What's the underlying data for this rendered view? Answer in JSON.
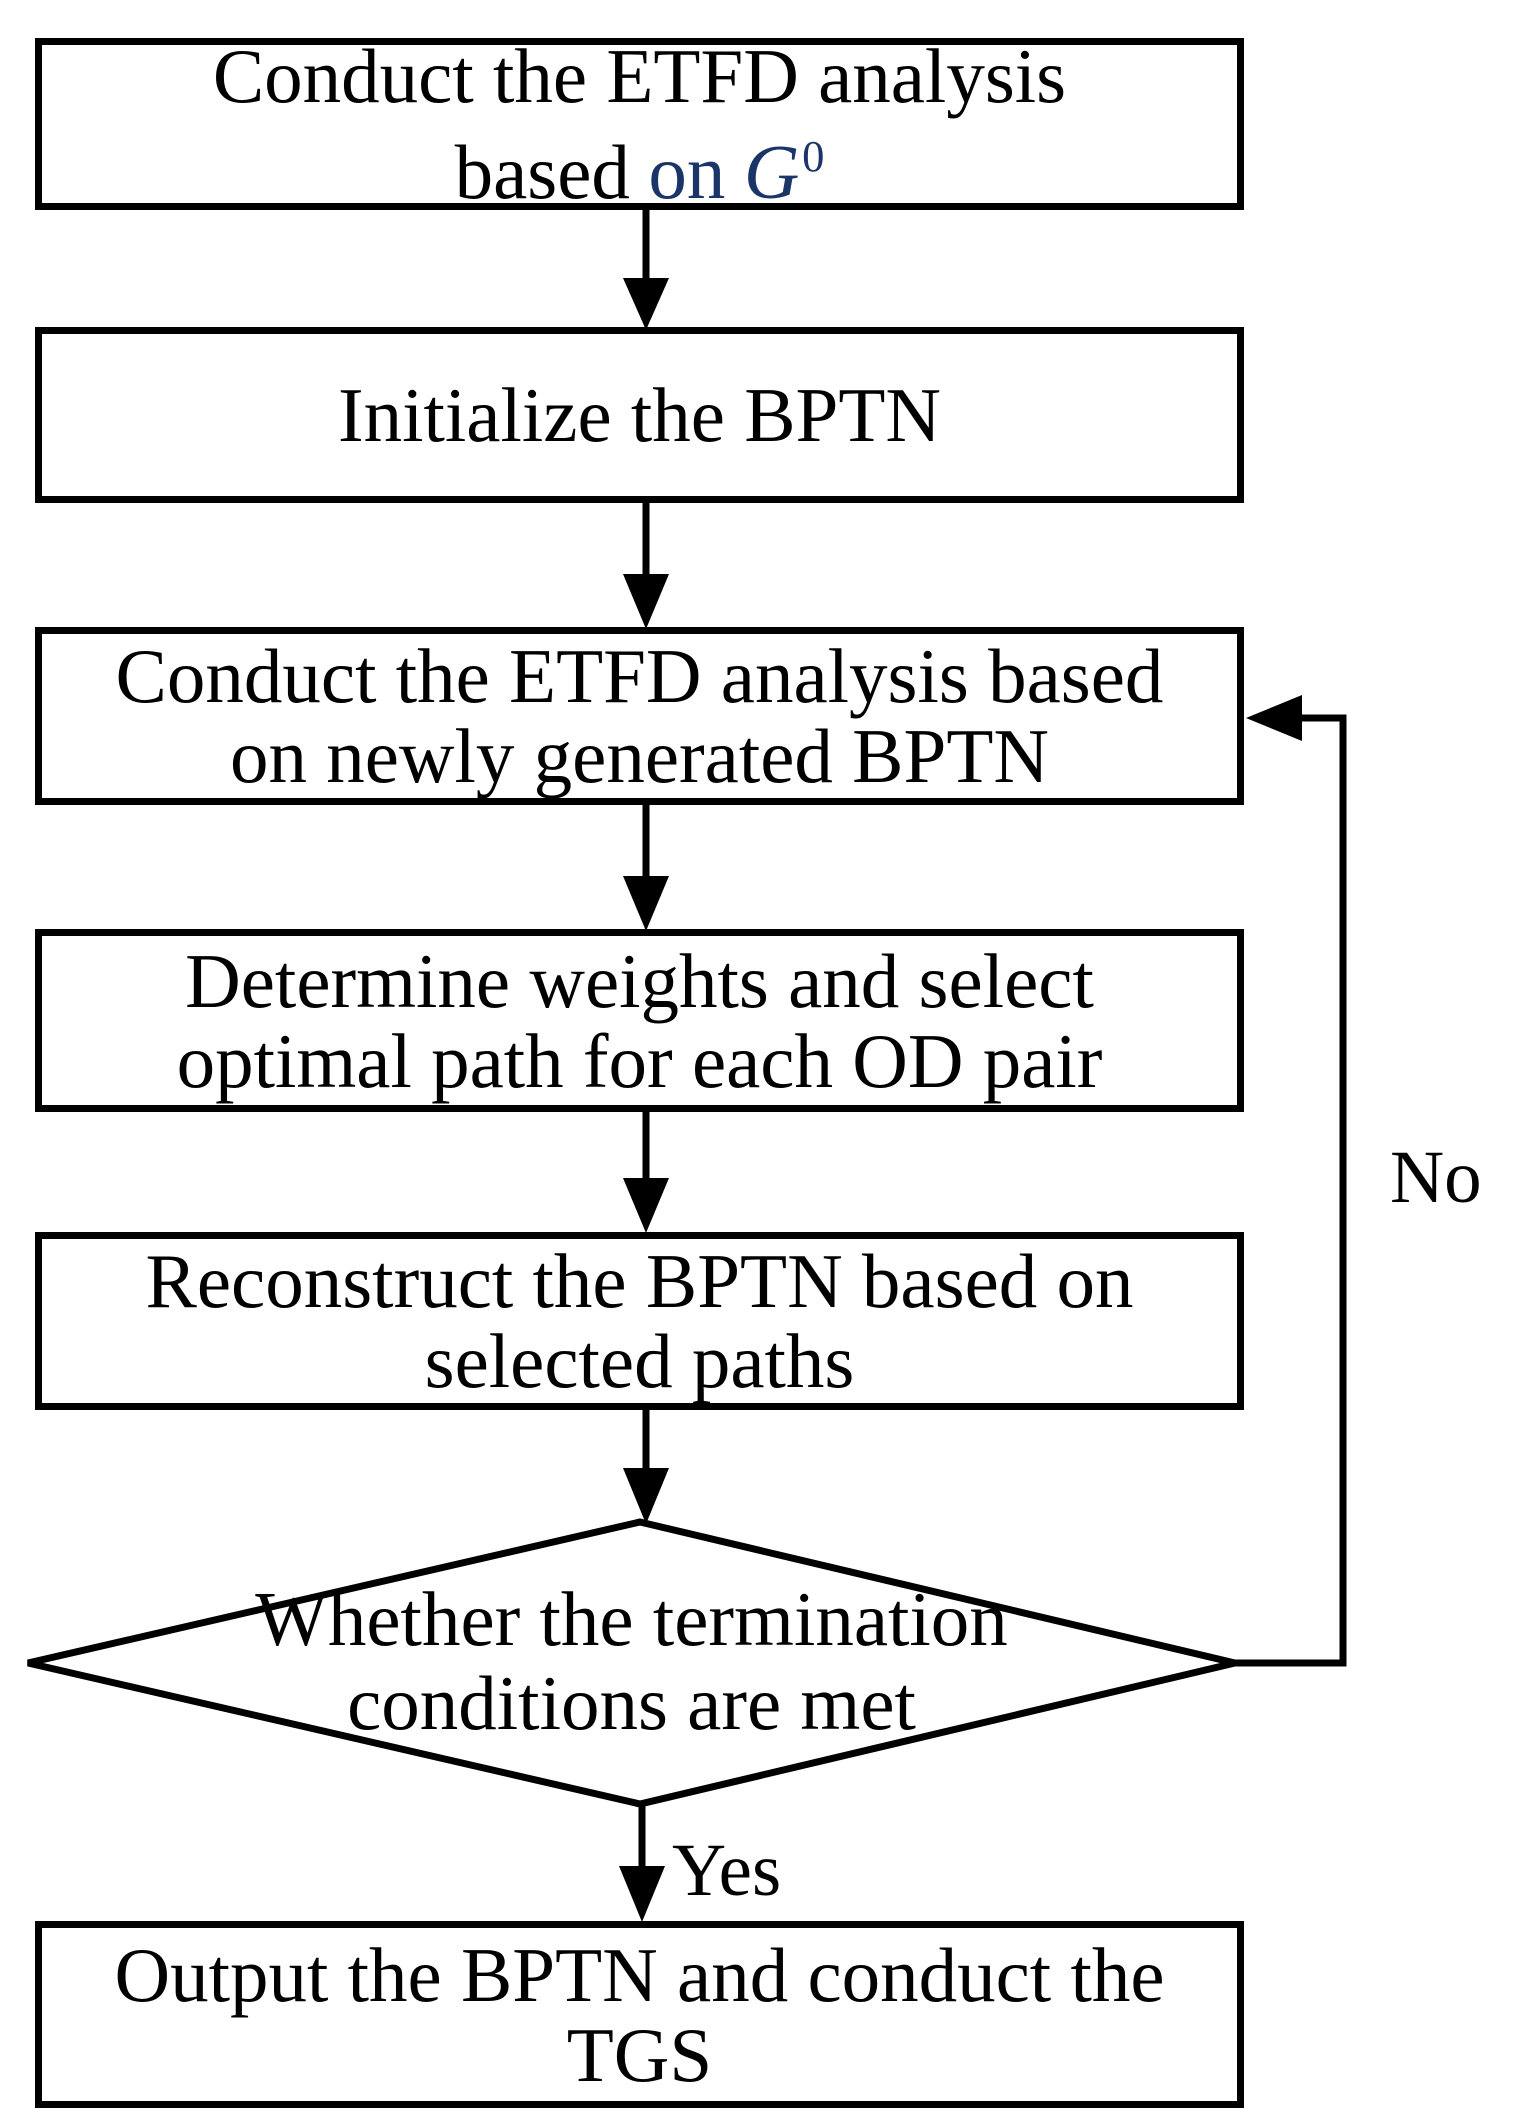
{
  "flowchart": {
    "nodes": {
      "step1": {
        "line1": "Conduct the ETFD analysis",
        "line2_black": "based",
        "line2_blue": "on",
        "line2_math_base": "G",
        "line2_math_sup": "0"
      },
      "step2": {
        "line1": "Initialize the BPTN"
      },
      "step3": {
        "line1": "Conduct the ETFD analysis based",
        "line2": "on newly generated BPTN"
      },
      "step4": {
        "line1": "Determine weights and select",
        "line2": "optimal path for each OD pair"
      },
      "step5": {
        "line1": "Reconstruct the BPTN based on",
        "line2": "selected paths"
      },
      "decision": {
        "line1": "Whether the termination",
        "line2": "conditions are met"
      },
      "step6": {
        "line1": "Output the BPTN and conduct the",
        "line2": "TGS"
      }
    },
    "edge_labels": {
      "yes": "Yes",
      "no": "No"
    },
    "colors": {
      "line": "#000000",
      "text": "#000000",
      "math_blue": "#1b3569",
      "background": "#ffffff"
    }
  }
}
